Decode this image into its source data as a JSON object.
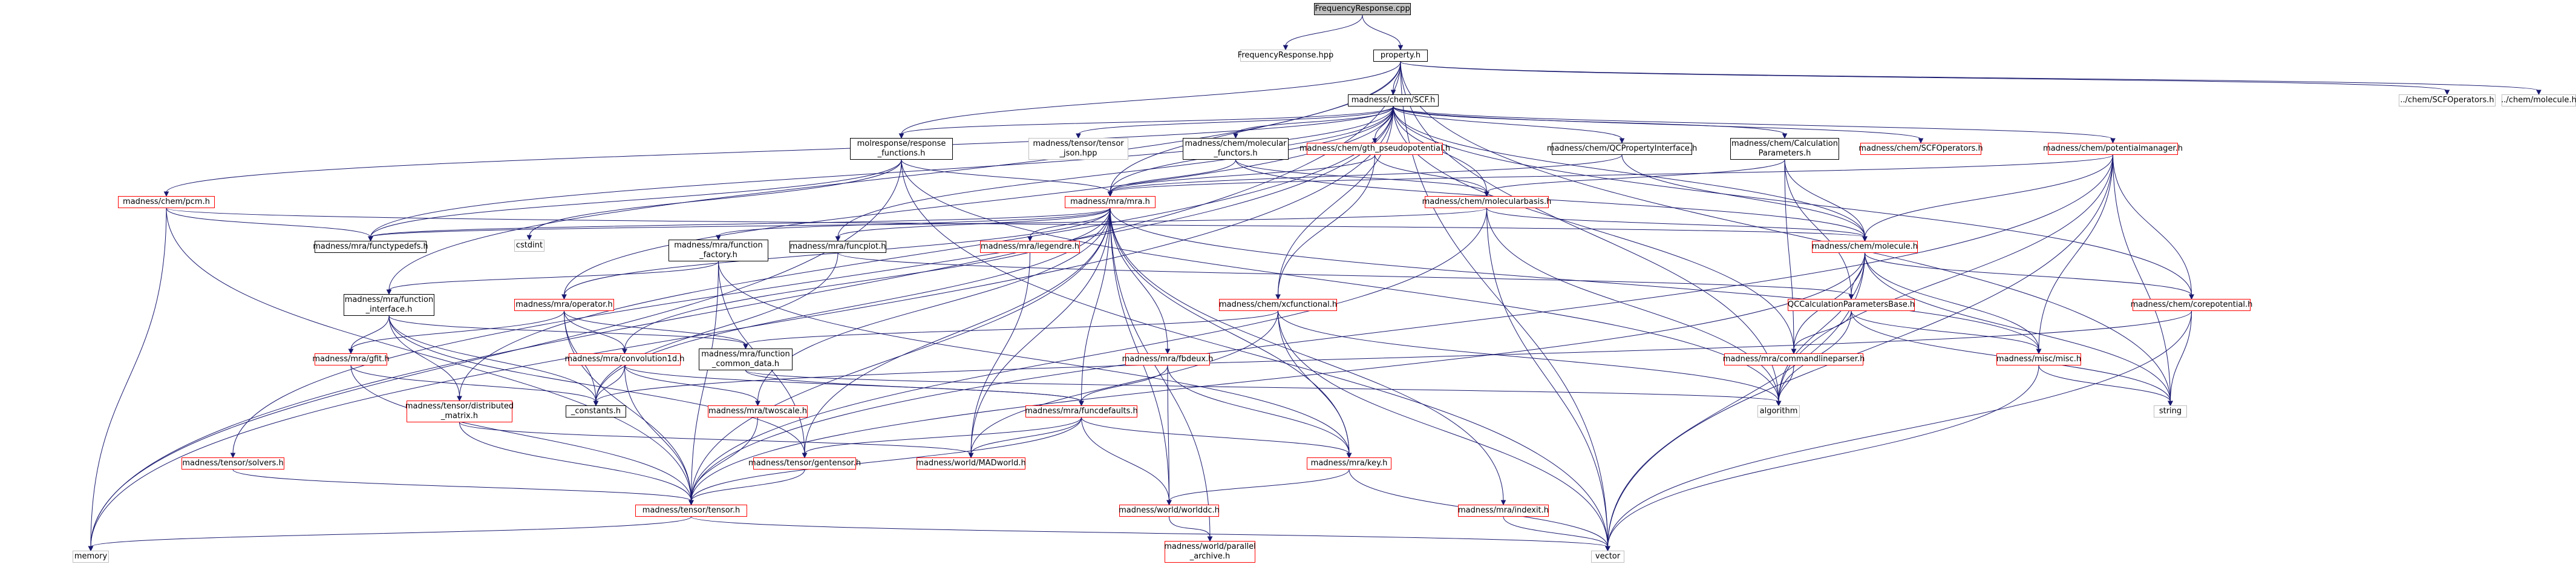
{
  "colors": {
    "edge": "#191970",
    "root_fill": "#bfbfbf",
    "black_border": "#000000",
    "red_border": "#ff0000",
    "grey_border": "#bfbfbf",
    "background": "#ffffff"
  },
  "nodes": [
    {
      "id": "FrequencyResponse_cpp",
      "label": "FrequencyResponse.cpp",
      "style": "root"
    },
    {
      "id": "FrequencyResponse_hpp",
      "label": "FrequencyResponse.hpp",
      "style": "grey"
    },
    {
      "id": "property_h",
      "label": "property.h",
      "style": "black"
    },
    {
      "id": "SCF_h",
      "label": "madness/chem/SCF.h",
      "style": "black"
    },
    {
      "id": "chem_SCFOperators_h",
      "label": "../chem/SCFOperators.h",
      "style": "grey"
    },
    {
      "id": "chem_molecule_h_rel",
      "label": "../chem/molecule.h",
      "style": "grey"
    },
    {
      "id": "molresponse_functions",
      "label": "molresponse/response\n_functions.h",
      "style": "black"
    },
    {
      "id": "tensor_json",
      "label": "madness/tensor/tensor\n_json.hpp",
      "style": "grey"
    },
    {
      "id": "molecular_functors",
      "label": "madness/chem/molecular\n_functors.h",
      "style": "black"
    },
    {
      "id": "gth_pseudo",
      "label": "madness/chem/gth_pseudopotential.h",
      "style": "red"
    },
    {
      "id": "QCProperty",
      "label": "madness/chem/QCPropertyInterface.h",
      "style": "black"
    },
    {
      "id": "CalcParams",
      "label": "madness/chem/Calculation\nParameters.h",
      "style": "black"
    },
    {
      "id": "SCFOperators",
      "label": "madness/chem/SCFOperators.h",
      "style": "red"
    },
    {
      "id": "potentialmanager",
      "label": "madness/chem/potentialmanager.h",
      "style": "red"
    },
    {
      "id": "pcm",
      "label": "madness/chem/pcm.h",
      "style": "red"
    },
    {
      "id": "cstdint",
      "label": "cstdint",
      "style": "grey"
    },
    {
      "id": "mra_h",
      "label": "madness/mra/mra.h",
      "style": "red"
    },
    {
      "id": "molecularbasis",
      "label": "madness/chem/molecularbasis.h",
      "style": "red"
    },
    {
      "id": "functypedefs",
      "label": "madness/mra/functypedefs.h",
      "style": "black"
    },
    {
      "id": "function_factory",
      "label": "madness/mra/function\n_factory.h",
      "style": "black"
    },
    {
      "id": "funcplot",
      "label": "madness/mra/funcplot.h",
      "style": "black"
    },
    {
      "id": "legendre",
      "label": "madness/mra/legendre.h",
      "style": "red"
    },
    {
      "id": "molecule_h",
      "label": "madness/chem/molecule.h",
      "style": "red"
    },
    {
      "id": "function_interface",
      "label": "madness/mra/function\n_interface.h",
      "style": "black"
    },
    {
      "id": "operator_h",
      "label": "madness/mra/operator.h",
      "style": "red"
    },
    {
      "id": "xcfunctional",
      "label": "madness/chem/xcfunctional.h",
      "style": "red"
    },
    {
      "id": "QCCalcParamsBase",
      "label": "QCCalculationParametersBase.h",
      "style": "red"
    },
    {
      "id": "corepotential",
      "label": "madness/chem/corepotential.h",
      "style": "red"
    },
    {
      "id": "gfit",
      "label": "madness/mra/gfit.h",
      "style": "red"
    },
    {
      "id": "convolution1d",
      "label": "madness/mra/convolution1d.h",
      "style": "red"
    },
    {
      "id": "function_common_data",
      "label": "madness/mra/function\n_common_data.h",
      "style": "black"
    },
    {
      "id": "fbdeux",
      "label": "madness/mra/fbdeux.h",
      "style": "red"
    },
    {
      "id": "commandlineparser",
      "label": "madness/mra/commandlineparser.h",
      "style": "red"
    },
    {
      "id": "misc_h",
      "label": "madness/misc/misc.h",
      "style": "red"
    },
    {
      "id": "dist_matrix",
      "label": "madness/tensor/distributed\n_matrix.h",
      "style": "red"
    },
    {
      "id": "constants",
      "label": "_constants.h",
      "style": "black"
    },
    {
      "id": "twoscale",
      "label": "madness/mra/twoscale.h",
      "style": "red"
    },
    {
      "id": "funcdefaults",
      "label": "madness/mra/funcdefaults.h",
      "style": "red"
    },
    {
      "id": "algorithm",
      "label": "algorithm",
      "style": "grey"
    },
    {
      "id": "string",
      "label": "string",
      "style": "grey"
    },
    {
      "id": "solvers",
      "label": "madness/tensor/solvers.h",
      "style": "red"
    },
    {
      "id": "gentensor",
      "label": "madness/tensor/gentensor.h",
      "style": "red"
    },
    {
      "id": "MADworld",
      "label": "madness/world/MADworld.h",
      "style": "red"
    },
    {
      "id": "key_h",
      "label": "madness/mra/key.h",
      "style": "red"
    },
    {
      "id": "tensor_h",
      "label": "madness/tensor/tensor.h",
      "style": "red"
    },
    {
      "id": "worlddc",
      "label": "madness/world/worlddc.h",
      "style": "red"
    },
    {
      "id": "indexit",
      "label": "madness/mra/indexit.h",
      "style": "red"
    },
    {
      "id": "memory",
      "label": "memory",
      "style": "grey"
    },
    {
      "id": "vector",
      "label": "vector",
      "style": "grey"
    },
    {
      "id": "parallel_archive",
      "label": "madness/world/parallel\n_archive.h",
      "style": "red"
    }
  ],
  "edges": [
    [
      "FrequencyResponse_cpp",
      "FrequencyResponse_hpp"
    ],
    [
      "FrequencyResponse_cpp",
      "property_h"
    ],
    [
      "property_h",
      "SCF_h"
    ],
    [
      "property_h",
      "chem_SCFOperators_h"
    ],
    [
      "property_h",
      "chem_molecule_h_rel"
    ],
    [
      "property_h",
      "molresponse_functions"
    ],
    [
      "property_h",
      "mra_h"
    ],
    [
      "property_h",
      "memory"
    ],
    [
      "property_h",
      "vector"
    ],
    [
      "property_h",
      "string"
    ],
    [
      "property_h",
      "algorithm"
    ],
    [
      "property_h",
      "function_interface"
    ],
    [
      "SCF_h",
      "molresponse_functions"
    ],
    [
      "SCF_h",
      "tensor_json"
    ],
    [
      "SCF_h",
      "molecular_functors"
    ],
    [
      "SCF_h",
      "gth_pseudo"
    ],
    [
      "SCF_h",
      "QCProperty"
    ],
    [
      "SCF_h",
      "CalcParams"
    ],
    [
      "SCF_h",
      "SCFOperators"
    ],
    [
      "SCF_h",
      "potentialmanager"
    ],
    [
      "SCF_h",
      "pcm"
    ],
    [
      "SCF_h",
      "mra_h"
    ],
    [
      "SCF_h",
      "molecularbasis"
    ],
    [
      "SCF_h",
      "molecule_h"
    ],
    [
      "SCF_h",
      "xcfunctional"
    ],
    [
      "SCF_h",
      "corepotential"
    ],
    [
      "SCF_h",
      "functypedefs"
    ],
    [
      "SCF_h",
      "funcplot"
    ],
    [
      "SCF_h",
      "operator_h"
    ],
    [
      "SCF_h",
      "solvers"
    ],
    [
      "SCF_h",
      "dist_matrix"
    ],
    [
      "SCF_h",
      "commandlineparser"
    ],
    [
      "SCF_h",
      "memory"
    ],
    [
      "molresponse_functions",
      "cstdint"
    ],
    [
      "molresponse_functions",
      "mra_h"
    ],
    [
      "molresponse_functions",
      "functypedefs"
    ],
    [
      "molresponse_functions",
      "memory"
    ],
    [
      "molresponse_functions",
      "vector"
    ],
    [
      "molresponse_functions",
      "algorithm"
    ],
    [
      "molecular_functors",
      "mra_h"
    ],
    [
      "molecular_functors",
      "molecularbasis"
    ],
    [
      "molecular_functors",
      "molecule_h"
    ],
    [
      "gth_pseudo",
      "mra_h"
    ],
    [
      "gth_pseudo",
      "molecularbasis"
    ],
    [
      "gth_pseudo",
      "xcfunctional"
    ],
    [
      "QCProperty",
      "mra_h"
    ],
    [
      "QCProperty",
      "molecule_h"
    ],
    [
      "CalcParams",
      "molecularbasis"
    ],
    [
      "CalcParams",
      "molecule_h"
    ],
    [
      "CalcParams",
      "QCCalcParamsBase"
    ],
    [
      "CalcParams",
      "commandlineparser"
    ],
    [
      "potentialmanager",
      "mra_h"
    ],
    [
      "potentialmanager",
      "molecule_h"
    ],
    [
      "potentialmanager",
      "corepotential"
    ],
    [
      "potentialmanager",
      "misc_h"
    ],
    [
      "potentialmanager",
      "tensor_h"
    ],
    [
      "potentialmanager",
      "algorithm"
    ],
    [
      "potentialmanager",
      "string"
    ],
    [
      "potentialmanager",
      "vector"
    ],
    [
      "pcm",
      "functypedefs"
    ],
    [
      "pcm",
      "molecule_h"
    ],
    [
      "pcm",
      "tensor_h"
    ],
    [
      "pcm",
      "memory"
    ],
    [
      "mra_h",
      "functypedefs"
    ],
    [
      "mra_h",
      "function_factory"
    ],
    [
      "mra_h",
      "funcplot"
    ],
    [
      "mra_h",
      "legendre"
    ],
    [
      "mra_h",
      "operator_h"
    ],
    [
      "mra_h",
      "convolution1d"
    ],
    [
      "mra_h",
      "fbdeux"
    ],
    [
      "mra_h",
      "twoscale"
    ],
    [
      "mra_h",
      "funcdefaults"
    ],
    [
      "mra_h",
      "gentensor"
    ],
    [
      "mra_h",
      "MADworld"
    ],
    [
      "mra_h",
      "key_h"
    ],
    [
      "mra_h",
      "tensor_h"
    ],
    [
      "mra_h",
      "worlddc"
    ],
    [
      "mra_h",
      "indexit"
    ],
    [
      "mra_h",
      "parallel_archive"
    ],
    [
      "mra_h",
      "constants"
    ],
    [
      "mra_h",
      "misc_h"
    ],
    [
      "molecularbasis",
      "molecule_h"
    ],
    [
      "molecularbasis",
      "tensor_h"
    ],
    [
      "molecularbasis",
      "vector"
    ],
    [
      "molecularbasis",
      "algorithm"
    ],
    [
      "molecularbasis",
      "functypedefs"
    ],
    [
      "function_factory",
      "function_interface"
    ],
    [
      "function_factory",
      "gentensor"
    ],
    [
      "function_factory",
      "key_h"
    ],
    [
      "function_factory",
      "tensor_h"
    ],
    [
      "funcplot",
      "QCCalcParamsBase"
    ],
    [
      "funcplot",
      "constants"
    ],
    [
      "legendre",
      "MADworld"
    ],
    [
      "molecule_h",
      "QCCalcParamsBase"
    ],
    [
      "molecule_h",
      "corepotential"
    ],
    [
      "molecule_h",
      "commandlineparser"
    ],
    [
      "molecule_h",
      "misc_h"
    ],
    [
      "molecule_h",
      "algorithm"
    ],
    [
      "molecule_h",
      "string"
    ],
    [
      "molecule_h",
      "vector"
    ],
    [
      "molecule_h",
      "tensor_h"
    ],
    [
      "function_interface",
      "gfit"
    ],
    [
      "function_interface",
      "function_common_data"
    ],
    [
      "function_interface",
      "dist_matrix"
    ],
    [
      "function_interface",
      "constants"
    ],
    [
      "function_interface",
      "gentensor"
    ],
    [
      "operator_h",
      "gfit"
    ],
    [
      "operator_h",
      "convolution1d"
    ],
    [
      "operator_h",
      "function_common_data"
    ],
    [
      "operator_h",
      "constants"
    ],
    [
      "operator_h",
      "tensor_h"
    ],
    [
      "xcfunctional",
      "function_common_data"
    ],
    [
      "xcfunctional",
      "key_h"
    ],
    [
      "xcfunctional",
      "MADworld"
    ],
    [
      "xcfunctional",
      "vector"
    ],
    [
      "xcfunctional",
      "algorithm"
    ],
    [
      "QCCalcParamsBase",
      "commandlineparser"
    ],
    [
      "QCCalcParamsBase",
      "misc_h"
    ],
    [
      "QCCalcParamsBase",
      "algorithm"
    ],
    [
      "QCCalcParamsBase",
      "string"
    ],
    [
      "corepotential",
      "string"
    ],
    [
      "corepotential",
      "vector"
    ],
    [
      "corepotential",
      "constants"
    ],
    [
      "gfit",
      "tensor_h"
    ],
    [
      "gfit",
      "constants"
    ],
    [
      "convolution1d",
      "twoscale"
    ],
    [
      "convolution1d",
      "constants"
    ],
    [
      "convolution1d",
      "funcdefaults"
    ],
    [
      "convolution1d",
      "tensor_h"
    ],
    [
      "function_common_data",
      "funcdefaults"
    ],
    [
      "function_common_data",
      "algorithm"
    ],
    [
      "fbdeux",
      "funcdefaults"
    ],
    [
      "fbdeux",
      "key_h"
    ],
    [
      "fbdeux",
      "worlddc"
    ],
    [
      "commandlineparser",
      "algorithm"
    ],
    [
      "misc_h",
      "string"
    ],
    [
      "misc_h",
      "vector"
    ],
    [
      "dist_matrix",
      "MADworld"
    ],
    [
      "dist_matrix",
      "tensor_h"
    ],
    [
      "twoscale",
      "tensor_h"
    ],
    [
      "funcdefaults",
      "gentensor"
    ],
    [
      "funcdefaults",
      "MADworld"
    ],
    [
      "funcdefaults",
      "key_h"
    ],
    [
      "funcdefaults",
      "worlddc"
    ],
    [
      "funcdefaults",
      "tensor_h"
    ],
    [
      "solvers",
      "tensor_h"
    ],
    [
      "gentensor",
      "tensor_h"
    ],
    [
      "key_h",
      "worlddc"
    ],
    [
      "key_h",
      "vector"
    ],
    [
      "tensor_h",
      "memory"
    ],
    [
      "tensor_h",
      "vector"
    ],
    [
      "worlddc",
      "parallel_archive"
    ],
    [
      "indexit",
      "vector"
    ]
  ]
}
